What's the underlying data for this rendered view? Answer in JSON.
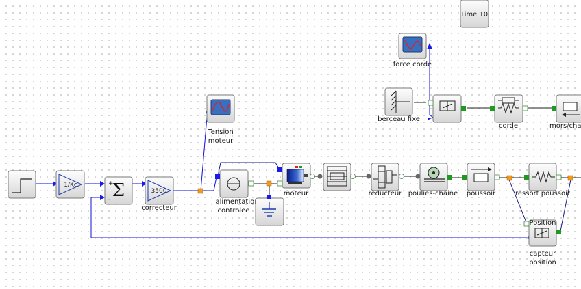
{
  "diagram": {
    "blocks": {
      "time": {
        "label": "Time 10"
      },
      "kc": {
        "label": "1/Kc"
      },
      "sum": {
        "plus": "+",
        "minus": "-"
      },
      "correcteur": {
        "value": "3500",
        "label": "correcteur"
      },
      "tension": {
        "label1": "Tension",
        "label2": "moteur"
      },
      "alim": {
        "label1": "alimentation",
        "label2": "controlee"
      },
      "moteur": {
        "label": "moteur"
      },
      "reducteur": {
        "label": "reducteur"
      },
      "poulies": {
        "label": "poulies-chaine"
      },
      "poussoir": {
        "label": "poussoir"
      },
      "ressort": {
        "label": "ressort poussoir"
      },
      "capteur": {
        "tag": "Position",
        "label1": "capteur",
        "label2": "position"
      },
      "forcecorde": {
        "label": "force corde"
      },
      "berceau": {
        "label": "berceau fixe"
      },
      "corde": {
        "label": "corde"
      },
      "mors": {
        "label": "mors/cha"
      }
    },
    "colors": {
      "signal_link": "#1010dd",
      "translational_port": "#1e9a1e",
      "electrical_port": "#f29a1a",
      "block_fill_top": "#fdfdfd",
      "block_fill_bottom": "#d6d6d6"
    }
  }
}
